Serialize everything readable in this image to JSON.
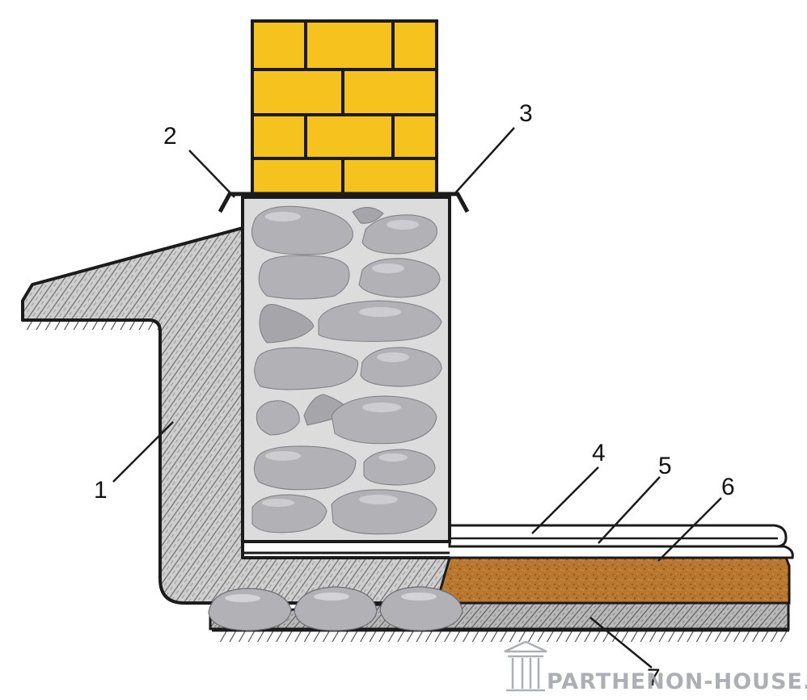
{
  "colors": {
    "brick": "#f6c21d",
    "stone": "#b2b2b6",
    "stone_shadow": "#8f8f94",
    "stone_highlight": "#d4d4d8",
    "plinth_fill": "#cfcfcf",
    "concrete": "#bdbdbd",
    "sand": "#b8762f",
    "outline": "#1b1b1b",
    "watermark": "#9ea3a8"
  },
  "callouts": [
    {
      "number": "1"
    },
    {
      "number": "2"
    },
    {
      "number": "3"
    },
    {
      "number": "4"
    },
    {
      "number": "5"
    },
    {
      "number": "6"
    },
    {
      "number": "7"
    }
  ],
  "watermark": {
    "text": "PARTHENON-HOUSE.RU",
    "icon": "temple-icon"
  }
}
